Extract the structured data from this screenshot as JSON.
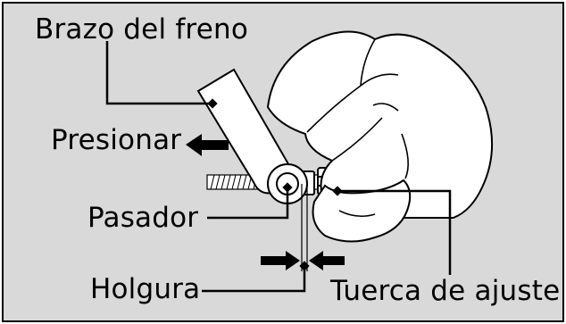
{
  "colors": {
    "panel_bg": "#d9d9d9",
    "line": "#000000",
    "fill": "#ffffff"
  },
  "labels": {
    "brazo": "Brazo del freno",
    "presionar": "Presionar",
    "pasador": "Pasador",
    "holgura": "Holgura",
    "tuerca": "Tuerca de ajuste"
  },
  "icons": {
    "push_arrow": "left-arrow-icon",
    "gap_arrows": "inward-arrows-icon"
  }
}
